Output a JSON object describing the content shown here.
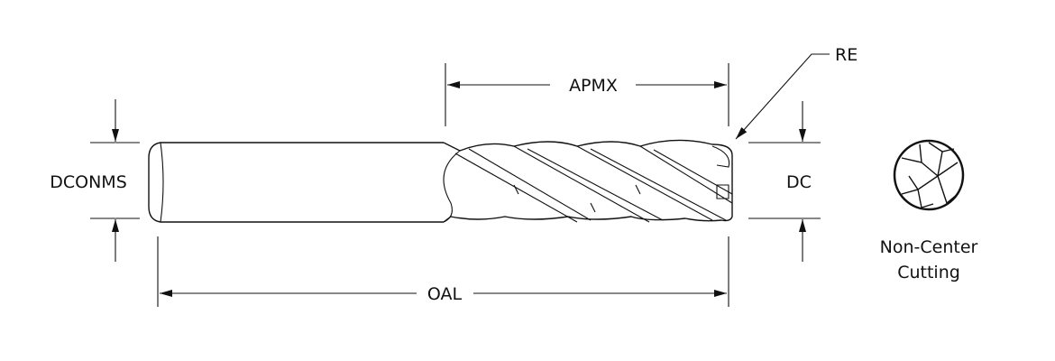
{
  "labels": {
    "apmx": "APMX",
    "re": "RE",
    "dconms": "DCONMS",
    "dc": "DC",
    "oal": "OAL"
  },
  "end_view": {
    "line1": "Non-Center",
    "line2": "Cutting"
  },
  "colors": {
    "line": "#111111",
    "background": "#ffffff"
  }
}
